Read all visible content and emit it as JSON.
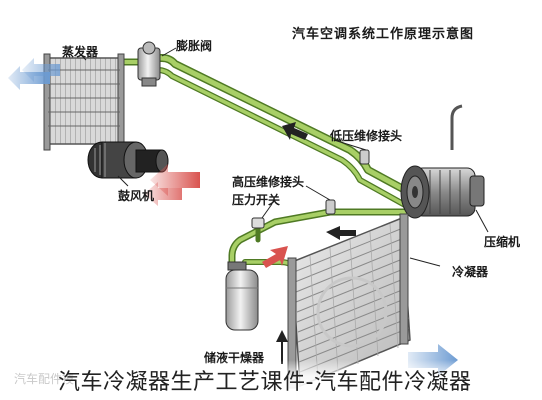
{
  "title": "汽车空调系统工作原理示意图",
  "labels": {
    "evaporator": "蒸发器",
    "expansion_valve": "膨胀阀",
    "blower": "鼓风机",
    "low_pressure_port": "低压维修接头",
    "high_pressure_port": "高压维修接头",
    "pressure_switch": "压力开关",
    "compressor": "压缩机",
    "condenser": "冷凝器",
    "receiver_drier": "储液干燥器"
  },
  "caption": "汽车冷凝器生产工艺课件-汽车配件冷凝器",
  "watermark": "汽车配件技",
  "colors": {
    "pipe": "#8db84a",
    "pipe_dark": "#4f7a24",
    "hot_arrow": "#d9534f",
    "cool_arrow": "#6c9bd2",
    "flow_arrow": "#222222"
  }
}
